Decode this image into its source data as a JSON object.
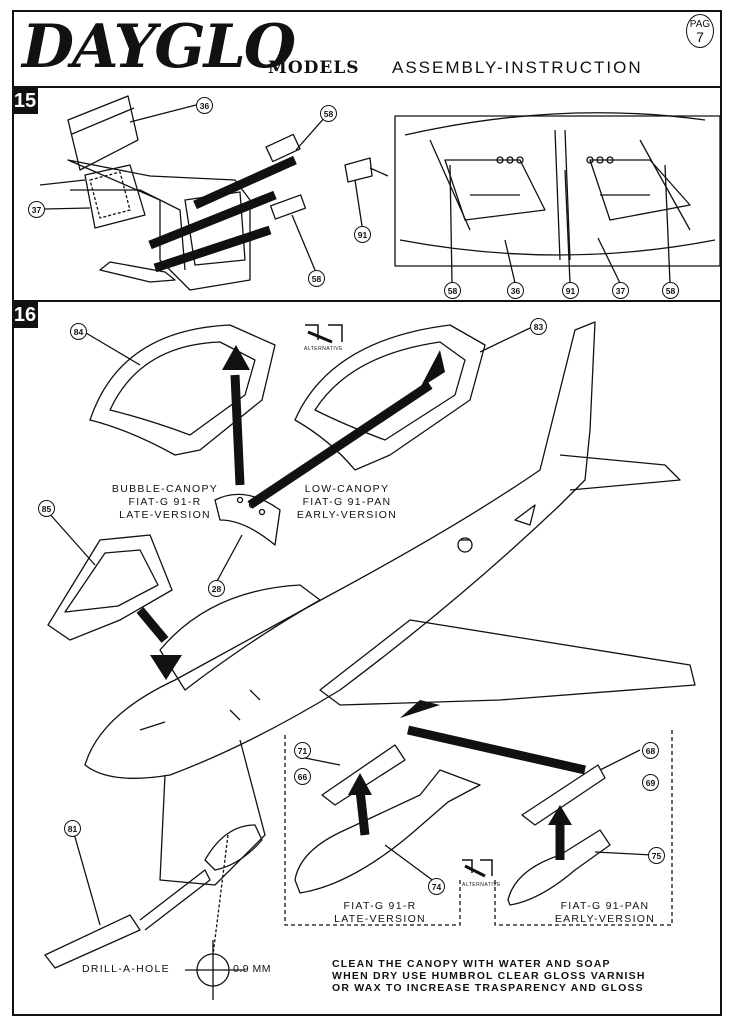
{
  "header": {
    "brand": "DAYGLO",
    "models": "MODELS",
    "title": "ASSEMBLY-INSTRUCTION",
    "page_label": "PAG",
    "page_number": "7"
  },
  "steps": [
    {
      "number": "15"
    },
    {
      "number": "16"
    }
  ],
  "step15_callouts": [
    "36",
    "58",
    "37",
    "91",
    "58"
  ],
  "step15_inset_callouts": [
    "58",
    "36",
    "91",
    "37",
    "58"
  ],
  "step16_callouts": {
    "c84": "84",
    "c83": "83",
    "c85": "85",
    "c28": "28",
    "c71": "71",
    "c66": "66",
    "c68": "68",
    "c69": "69",
    "c74": "74",
    "c75": "75",
    "c81": "81"
  },
  "alternative": "ALTERNATIVE",
  "labels": {
    "bubble_canopy": [
      "BUBBLE-CANOPY",
      "FIAT-G 91-R",
      "LATE-VERSION"
    ],
    "low_canopy": [
      "LOW-CANOPY",
      "FIAT-G 91-PAN",
      "EARLY-VERSION"
    ],
    "g91r_late": [
      "FIAT-G 91-R",
      "LATE-VERSION"
    ],
    "g91pan_early": [
      "FIAT-G 91-PAN",
      "EARLY-VERSION"
    ],
    "drill": "DRILL-A-HOLE",
    "drill_size": "0.9 MM"
  },
  "note": [
    "CLEAN THE CANOPY WITH WATER AND SOAP",
    "WHEN DRY USE HUMBROL CLEAR GLOSS VARNISH",
    "OR WAX TO INCREASE TRASPARENCY AND GLOSS"
  ]
}
